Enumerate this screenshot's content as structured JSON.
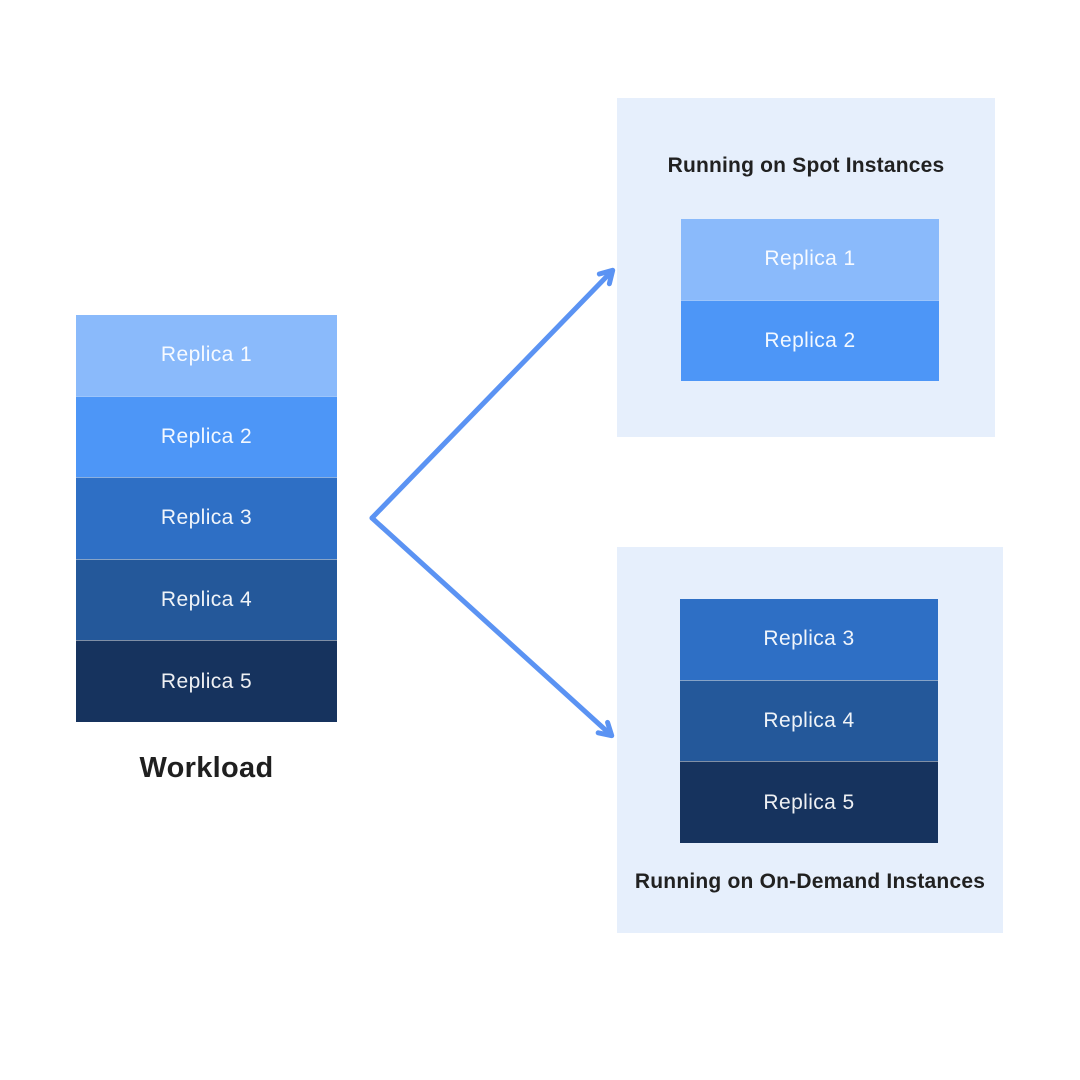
{
  "colors": {
    "page_bg": "#ffffff",
    "panel_bg": "#E6EFFC",
    "panel_border": "#DDE8F8",
    "arrow": "#5B93F3",
    "heading_text": "#212121",
    "replica_label_text": "#F2F7FF"
  },
  "workload": {
    "label": "Workload",
    "replicas": [
      {
        "label": "Replica 1",
        "color": "#8ABAFB"
      },
      {
        "label": "Replica 2",
        "color": "#4D96F7"
      },
      {
        "label": "Replica 3",
        "color": "#2E6FC5"
      },
      {
        "label": "Replica 4",
        "color": "#24589A"
      },
      {
        "label": "Replica 5",
        "color": "#16335E"
      }
    ]
  },
  "spot_panel": {
    "title": "Running on Spot Instances",
    "replicas": [
      {
        "label": "Replica 1",
        "color": "#8ABAFB"
      },
      {
        "label": "Replica 2",
        "color": "#4D96F7"
      }
    ]
  },
  "ondemand_panel": {
    "title": "Running on On-Demand Instances",
    "replicas": [
      {
        "label": "Replica 3",
        "color": "#2E6FC5"
      },
      {
        "label": "Replica 4",
        "color": "#24589A"
      },
      {
        "label": "Replica 5",
        "color": "#16335E"
      }
    ]
  }
}
